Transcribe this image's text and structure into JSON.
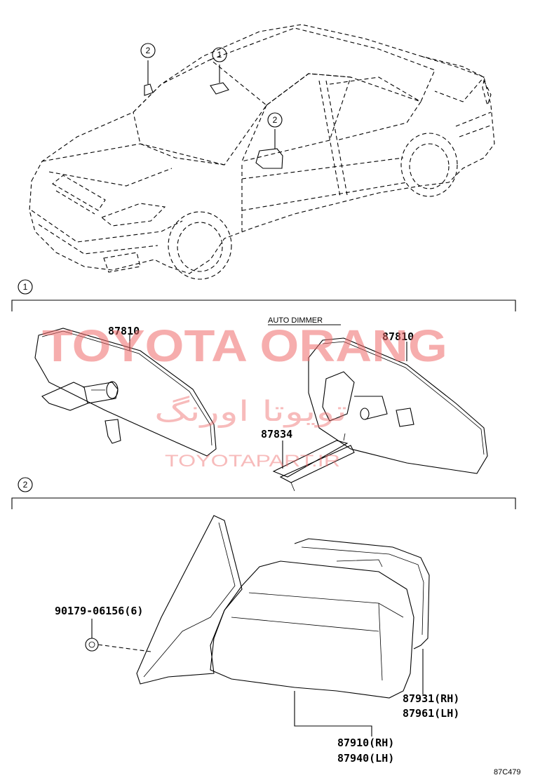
{
  "callouts": {
    "c1_top": "1",
    "c2_top_left": "2",
    "c2_top_door": "2",
    "section1": "1",
    "section2": "2"
  },
  "section1": {
    "auto_dimmer_label": "AUTO DIMMER",
    "part_left": "87810",
    "part_right": "87810",
    "part_bracket": "87834"
  },
  "section2": {
    "nut": "90179-06156(6)",
    "glass_rh": "87931(RH)",
    "glass_lh": "87961(LH)",
    "assy_rh": "87910(RH)",
    "assy_lh": "87940(LH)"
  },
  "watermark": {
    "line1": "TOYOTA ORANG",
    "line2": "تويوتا اورنگ",
    "line3": "TOYOTAPART.IR"
  },
  "figure_code": "87C479"
}
